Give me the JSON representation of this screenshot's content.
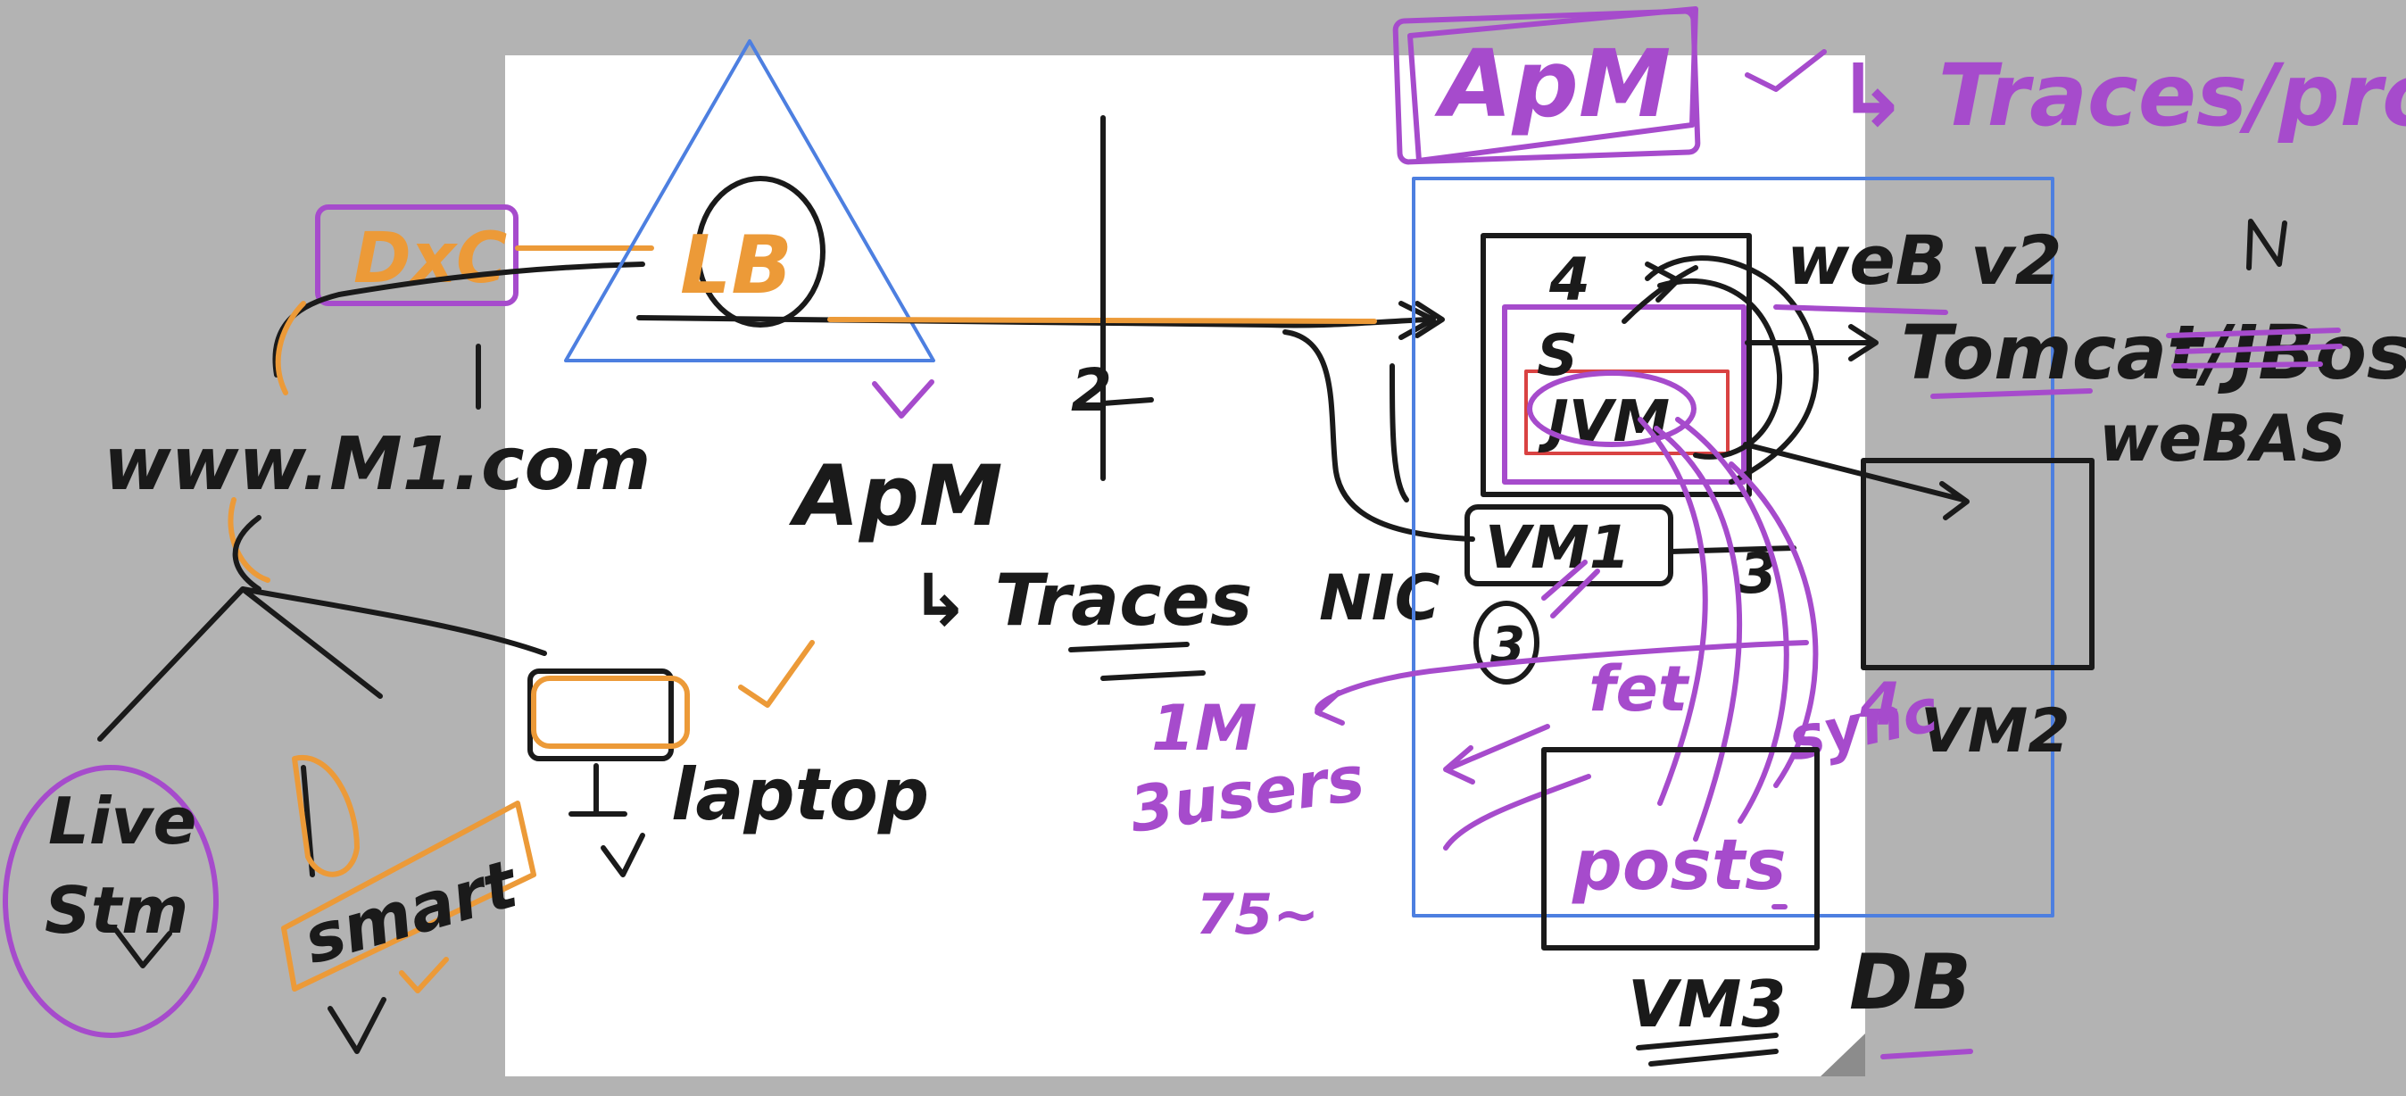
{
  "labels": {
    "dxc": "DxC",
    "lb": "LB",
    "website": "www.M1.com",
    "one_mark": "1",
    "apm_left": "ApM",
    "traces_left": "↳ Traces",
    "two_mark": "2",
    "nic": "NIC",
    "live": "Live",
    "stm": "Stm",
    "smart": "smart",
    "laptop": "laptop",
    "apm_box": "ApM",
    "traces_process": "↳ Traces/process",
    "web_v2": "weB v2",
    "four_mark": "4",
    "s_mark": "S",
    "jvm_inner": "JVM",
    "tomcat": "Tomcat/JBoss",
    "web_bas": "weBAS",
    "vm1": "VM1",
    "three_mark": "3",
    "three_mark_circ": "3",
    "fet": "fet",
    "four_purple": "4",
    "vm2": "VM2",
    "sync": "sync",
    "posts": "posts",
    "vm3": "VM3",
    "db": "DB",
    "im": "1M",
    "users": "3users",
    "seventy_five": "75~"
  },
  "colors": {
    "background": "#b3b3b3",
    "board": "#ffffff",
    "black_ink": "#1a1a1a",
    "orange_ink": "#ec9a38",
    "purple_ink": "#a64bcc",
    "blue_ink": "#4d7fe0",
    "red_ink": "#d94242"
  }
}
